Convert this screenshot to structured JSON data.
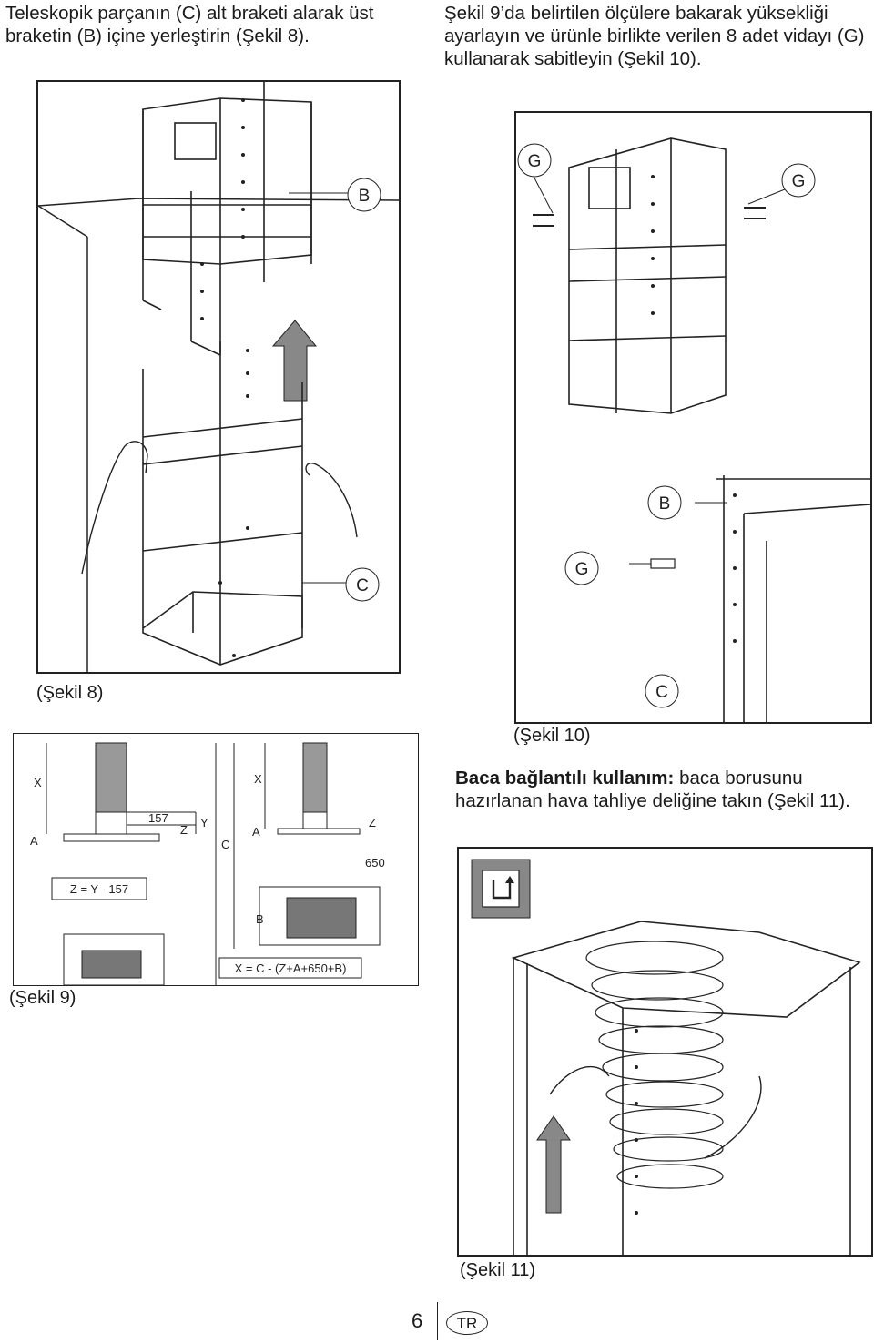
{
  "text": {
    "step8": "Teleskopik parçanın (C) alt braketi alarak üst braketin (B) içine yerleştirin (Şekil 8).",
    "step9": "Şekil 9’da belirtilen ölçülere bakarak yüksekliği ayarlayın ve ürünle birlikte verilen 8 adet vidayı (G) kullanarak sabitleyin (Şekil 10).",
    "chimney_bold": "Baca bağlantılı kullanım:",
    "chimney_rest": " baca borusunu hazırlanan hava tahliye deliğine takın (Şekil 11)."
  },
  "captions": {
    "fig8": "(Şekil 8)",
    "fig9": "(Şekil 9)",
    "fig10": "(Şekil 10)",
    "fig11": "(Şekil 11)"
  },
  "fig8": {
    "label_b": "B",
    "label_c": "C"
  },
  "fig10": {
    "label_g": "G",
    "label_b": "B",
    "label_c": "C"
  },
  "fig9": {
    "x": "X",
    "a": "A",
    "z": "Z",
    "y": "Y",
    "c": "C",
    "b": "B",
    "d157": "157",
    "d650": "650",
    "formula1": "Z = Y - 157",
    "formula2": "X = C - (Z+A+650+B)"
  },
  "footer": {
    "page_number": "6",
    "language": "TR"
  }
}
